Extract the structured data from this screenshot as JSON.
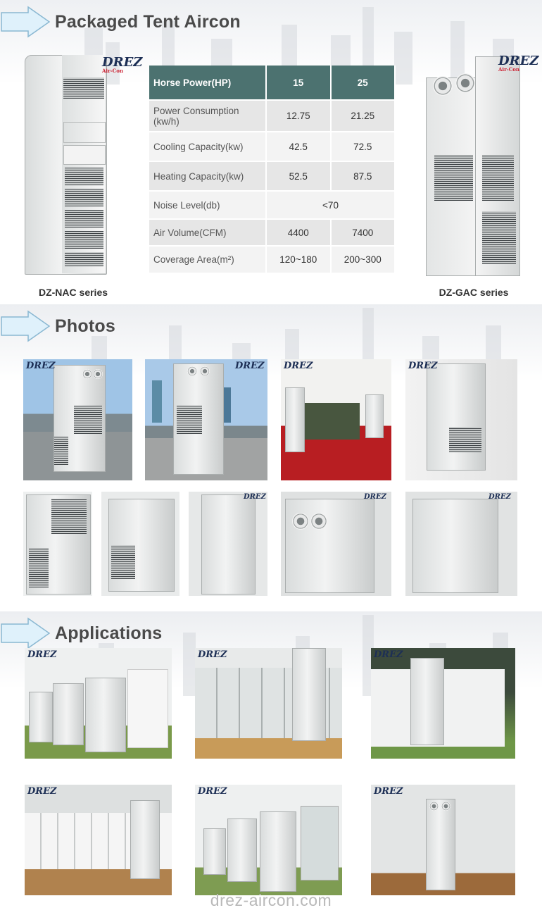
{
  "brand": {
    "name": "DREZ",
    "sub": "Air-Con"
  },
  "sections": {
    "specs": {
      "title": "Packaged Tent Aircon"
    },
    "photos": {
      "title": "Photos"
    },
    "applications": {
      "title": "Applications"
    }
  },
  "products": {
    "left_label": "DZ-NAC series",
    "right_label": "DZ-GAC series"
  },
  "spec_table": {
    "headers": [
      "Horse Power(HP)",
      "15",
      "25"
    ],
    "rows": [
      {
        "label": "Power Consumption (kw/h)",
        "a": "12.75",
        "b": "21.25"
      },
      {
        "label": "Cooling Capacity(kw)",
        "a": "42.5",
        "b": "72.5"
      },
      {
        "label": "Heating Capacity(kw)",
        "a": "52.5",
        "b": "87.5"
      },
      {
        "label": "Noise Level(db)",
        "merged": "<70"
      },
      {
        "label": "Air Volume(CFM)",
        "a": "4400",
        "b": "7400"
      },
      {
        "label": "Coverage Area(m²)",
        "a": "120~180",
        "b": "200~300"
      }
    ]
  },
  "footer": {
    "watermark": "drez-aircon.com"
  },
  "colors": {
    "table_header": "#4c7270",
    "heading": "#4a4a4a",
    "arrow": "#dff1fb"
  }
}
